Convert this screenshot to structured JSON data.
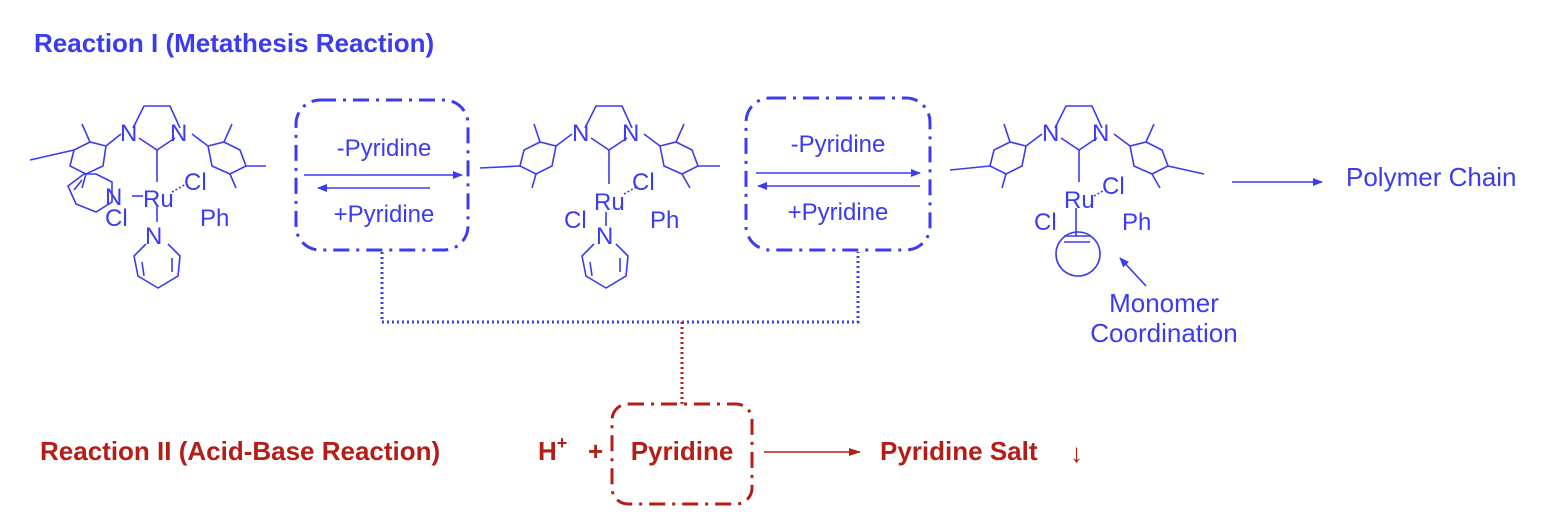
{
  "colors": {
    "blue": "#3b3bf0",
    "red": "#b41e16"
  },
  "reaction1": {
    "title": "Reaction I (Metathesis Reaction)",
    "equilibrium1": {
      "forward": "-Pyridine",
      "reverse": "+Pyridine"
    },
    "equilibrium2": {
      "forward": "-Pyridine",
      "reverse": "+Pyridine"
    },
    "product": "Polymer Chain",
    "annotation_line1": "Monomer",
    "annotation_line2": "Coordination"
  },
  "complexes": {
    "c1": {
      "n_left": "N",
      "n_right": "N",
      "metal": "Ru",
      "cl_top": "Cl",
      "ph": "Ph",
      "cl_bottom": "Cl",
      "py_n_upper": "N",
      "py_n_lower": "N"
    },
    "c2": {
      "n_left": "N",
      "n_right": "N",
      "metal": "Ru",
      "cl_top": "Cl",
      "ph": "Ph",
      "cl_bottom": "Cl",
      "py_n_lower": "N"
    },
    "c3": {
      "n_left": "N",
      "n_right": "N",
      "metal": "Ru",
      "cl_top": "Cl",
      "ph": "Ph",
      "cl_bottom": "Cl"
    }
  },
  "reaction2": {
    "title": "Reaction II (Acid-Base Reaction)",
    "proton": "H",
    "charge": "+",
    "plus": "+",
    "reactant": "Pyridine",
    "product": "Pyridine Salt",
    "precipitate": "↓"
  }
}
